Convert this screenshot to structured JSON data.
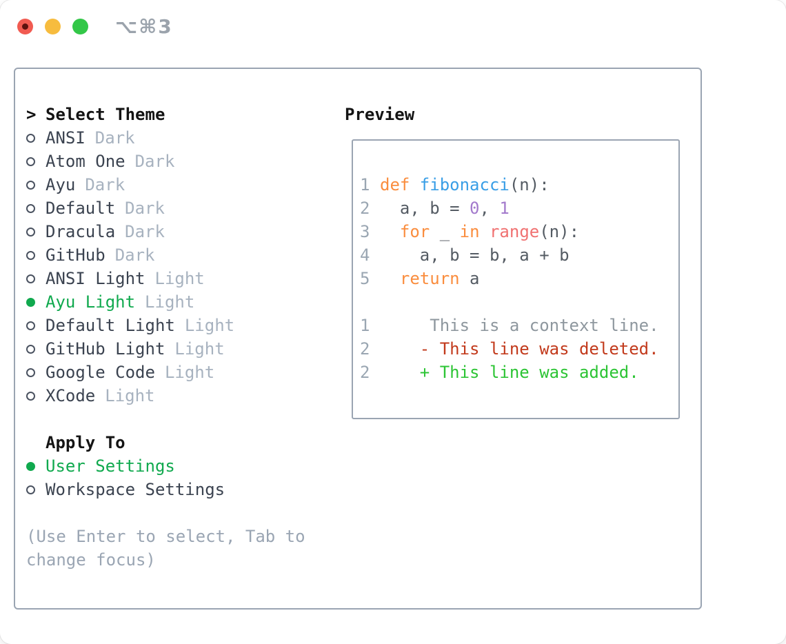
{
  "titlebar": {
    "shortcut_label": "⌥⌘3"
  },
  "theme_panel": {
    "prompt": ">",
    "title": "Select Theme",
    "themes": [
      {
        "name": "ANSI",
        "tag": "Dark",
        "selected": false
      },
      {
        "name": "Atom One",
        "tag": "Dark",
        "selected": false
      },
      {
        "name": "Ayu",
        "tag": "Dark",
        "selected": false
      },
      {
        "name": "Default",
        "tag": "Dark",
        "selected": false
      },
      {
        "name": "Dracula",
        "tag": "Dark",
        "selected": false
      },
      {
        "name": "GitHub",
        "tag": "Dark",
        "selected": false
      },
      {
        "name": "ANSI Light",
        "tag": "Light",
        "selected": false
      },
      {
        "name": "Ayu Light",
        "tag": "Light",
        "selected": true
      },
      {
        "name": "Default Light",
        "tag": "Light",
        "selected": false
      },
      {
        "name": "GitHub Light",
        "tag": "Light",
        "selected": false
      },
      {
        "name": "Google Code",
        "tag": "Light",
        "selected": false
      },
      {
        "name": "XCode",
        "tag": "Light",
        "selected": false
      }
    ],
    "apply_to": {
      "title": "Apply To",
      "options": [
        {
          "label": "User Settings",
          "selected": true
        },
        {
          "label": "Workspace Settings",
          "selected": false
        }
      ]
    },
    "help_text": "(Use Enter to select, Tab to change focus)"
  },
  "preview": {
    "title": "Preview",
    "lines": [
      {
        "num": "1",
        "tokens": [
          {
            "t": "def ",
            "c": "kw"
          },
          {
            "t": "fibonacci",
            "c": "fn"
          },
          {
            "t": "(n):",
            "c": "plain"
          }
        ]
      },
      {
        "num": "2",
        "tokens": [
          {
            "t": "  a, b = ",
            "c": "plain"
          },
          {
            "t": "0",
            "c": "num"
          },
          {
            "t": ", ",
            "c": "plain"
          },
          {
            "t": "1",
            "c": "num"
          }
        ]
      },
      {
        "num": "3",
        "tokens": [
          {
            "t": "  ",
            "c": "plain"
          },
          {
            "t": "for",
            "c": "kw"
          },
          {
            "t": " _ ",
            "c": "plain"
          },
          {
            "t": "in",
            "c": "kw"
          },
          {
            "t": " ",
            "c": "plain"
          },
          {
            "t": "range",
            "c": "call"
          },
          {
            "t": "(n):",
            "c": "plain"
          }
        ]
      },
      {
        "num": "4",
        "tokens": [
          {
            "t": "    a, b = b, a + b",
            "c": "plain"
          }
        ]
      },
      {
        "num": "5",
        "tokens": [
          {
            "t": "  ",
            "c": "plain"
          },
          {
            "t": "return",
            "c": "kw"
          },
          {
            "t": " a",
            "c": "plain"
          }
        ]
      },
      {
        "blank": true
      },
      {
        "num": "1",
        "tokens": [
          {
            "t": "     This is a context line.",
            "c": "ctx"
          }
        ]
      },
      {
        "num": "2",
        "tokens": [
          {
            "t": "    - This line was deleted.",
            "c": "del"
          }
        ]
      },
      {
        "num": "2",
        "tokens": [
          {
            "t": "    + This line was added.",
            "c": "add"
          }
        ]
      }
    ]
  },
  "colors": {
    "accent_green": "#10a94e",
    "tag_gray": "#a7b2bf",
    "text_dark": "#3b4350",
    "heading": "#141414",
    "border_gray": "#9aa4b2",
    "help_gray": "#9aa5b3",
    "code_plain": "#545b63",
    "line_number": "#9aa6b2",
    "keyword_orange": "#fa8d3e",
    "function_blue": "#399ee6",
    "number_purple": "#a37acc",
    "builtin_coral": "#f07171",
    "context_gray": "#8e979e",
    "deleted_red": "#c23a1c",
    "added_green": "#2cc434",
    "traffic_red": "#f15b51",
    "traffic_red_dot": "#5c120e",
    "traffic_yellow": "#f7bc3e",
    "traffic_green": "#33c748",
    "shortcut_gray": "#9ba3ac"
  }
}
